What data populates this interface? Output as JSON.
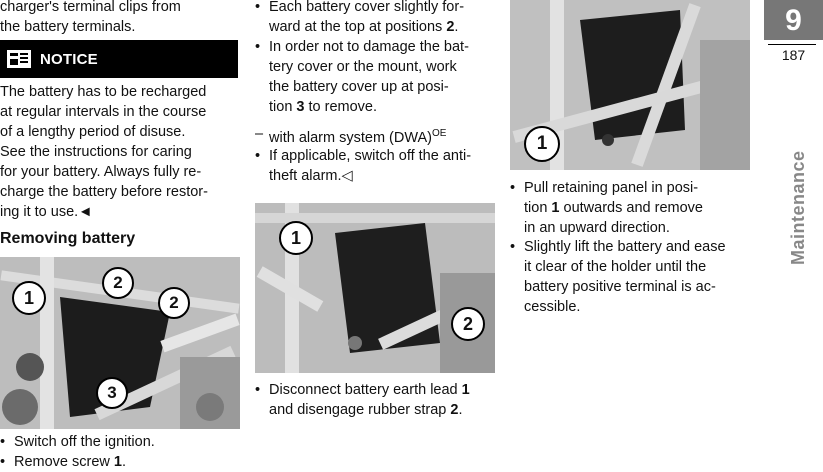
{
  "col1": {
    "intro_l1": "charger's terminal clips from",
    "intro_l2": "the battery terminals.",
    "notice_label": "NOTICE",
    "notice_lines": [
      "The battery has to be recharged",
      "at regular intervals in the course",
      "of a lengthy period of disuse.",
      "See the instructions for caring",
      "for your battery. Always fully re-",
      "charge the battery before restor-",
      "ing it to use.◄"
    ],
    "heading": "Removing battery",
    "photo_callouts": [
      "1",
      "2",
      "2",
      "3"
    ],
    "step1": "Switch off the ignition.",
    "step2_pre": "Remove screw ",
    "step2_num": "1",
    "step2_post": "."
  },
  "col2": {
    "b1_l1": "Each battery cover slightly for-",
    "b1_l2_pre": "ward at the top at positions ",
    "b1_l2_num": "2",
    "b1_l2_post": ".",
    "b2_lines": [
      "In order not to damage the bat-",
      "tery cover or the mount, work",
      "the battery cover up at posi-"
    ],
    "b2_l4_pre": "tion ",
    "b2_l4_num": "3",
    "b2_l4_post": " to remove.",
    "dwa_text": "with alarm system (DWA)",
    "dwa_sup": "OE",
    "b3_l1": "If applicable, switch off the anti-",
    "b3_l2": "theft alarm.◁",
    "photo_callouts": [
      "1",
      "2"
    ],
    "b4_l1_pre": "Disconnect battery earth lead ",
    "b4_l1_num": "1",
    "b4_l2_pre": "and disengage rubber strap ",
    "b4_l2_num": "2",
    "b4_l2_post": "."
  },
  "col3": {
    "photo_callouts": [
      "1"
    ],
    "b1_l1": "Pull retaining panel in posi-",
    "b1_l2_pre": "tion ",
    "b1_l2_num": "1",
    "b1_l2_post": " outwards and remove",
    "b1_l3": "in an upward direction.",
    "b2_lines": [
      "Slightly lift the battery and ease",
      "it clear of the holder until the",
      "battery positive terminal is ac-",
      "cessible."
    ]
  },
  "chapter": {
    "number": "9",
    "page": "187",
    "section": "Maintenance"
  }
}
